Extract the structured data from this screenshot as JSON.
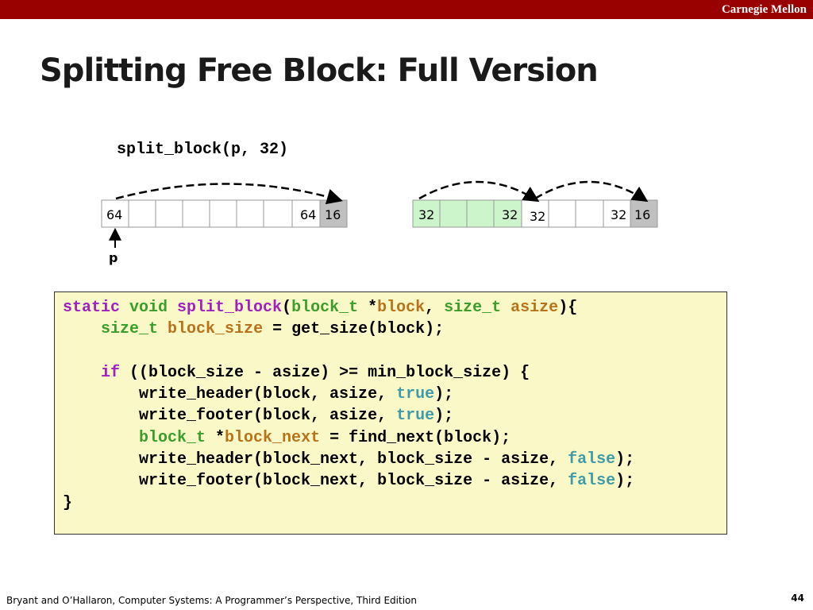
{
  "header": {
    "brand": "Carnegie Mellon"
  },
  "slide": {
    "title": "Splitting Free Block: Full Version",
    "call": "split_block(p, 32)"
  },
  "diagram": {
    "left_block": {
      "labels": [
        "64",
        "64",
        "16"
      ],
      "fill": "#ffffff"
    },
    "right_block": {
      "labels": [
        "32",
        "32",
        "32",
        "32",
        "16"
      ],
      "fill_free": "#ccf5cc",
      "fill_alloc": "#ffffff"
    },
    "pointer_label": "p",
    "colors": {
      "gray": "#c0c0c0",
      "border": "#999999"
    }
  },
  "code": {
    "lines": [
      [
        {
          "t": "static ",
          "c": "kw"
        },
        {
          "t": "void ",
          "c": "ty"
        },
        {
          "t": "split_block",
          "c": "fn"
        },
        {
          "t": "(",
          "c": ""
        },
        {
          "t": "block_t",
          "c": "ty"
        },
        {
          "t": " *",
          "c": ""
        },
        {
          "t": "block",
          "c": "var"
        },
        {
          "t": ", ",
          "c": ""
        },
        {
          "t": "size_t",
          "c": "ty"
        },
        {
          "t": " ",
          "c": ""
        },
        {
          "t": "asize",
          "c": "var"
        },
        {
          "t": "){",
          "c": ""
        }
      ],
      [
        {
          "t": "    ",
          "c": ""
        },
        {
          "t": "size_t",
          "c": "ty"
        },
        {
          "t": " ",
          "c": ""
        },
        {
          "t": "block_size",
          "c": "var"
        },
        {
          "t": " = get_size(block);",
          "c": ""
        }
      ],
      [],
      [
        {
          "t": "    ",
          "c": ""
        },
        {
          "t": "if",
          "c": "kw"
        },
        {
          "t": " ((block_size - asize) >= min_block_size) {",
          "c": ""
        }
      ],
      [
        {
          "t": "        write_header(block, asize, ",
          "c": ""
        },
        {
          "t": "true",
          "c": "lit"
        },
        {
          "t": ");",
          "c": ""
        }
      ],
      [
        {
          "t": "        write_footer(block, asize, ",
          "c": ""
        },
        {
          "t": "true",
          "c": "lit"
        },
        {
          "t": ");",
          "c": ""
        }
      ],
      [
        {
          "t": "        ",
          "c": ""
        },
        {
          "t": "block_t",
          "c": "ty"
        },
        {
          "t": " *",
          "c": ""
        },
        {
          "t": "block_next",
          "c": "var"
        },
        {
          "t": " = find_next(block);",
          "c": ""
        }
      ],
      [
        {
          "t": "        write_header(block_next, block_size - asize, ",
          "c": ""
        },
        {
          "t": "false",
          "c": "lit"
        },
        {
          "t": ");",
          "c": ""
        }
      ],
      [
        {
          "t": "        write_footer(block_next, block_size - asize, ",
          "c": ""
        },
        {
          "t": "false",
          "c": "lit"
        },
        {
          "t": ");",
          "c": ""
        }
      ],
      [
        {
          "t": "}",
          "c": ""
        }
      ]
    ]
  },
  "footer": {
    "citation": "Bryant and O’Hallaron, Computer Systems: A Programmer’s Perspective, Third Edition",
    "page": "44"
  }
}
